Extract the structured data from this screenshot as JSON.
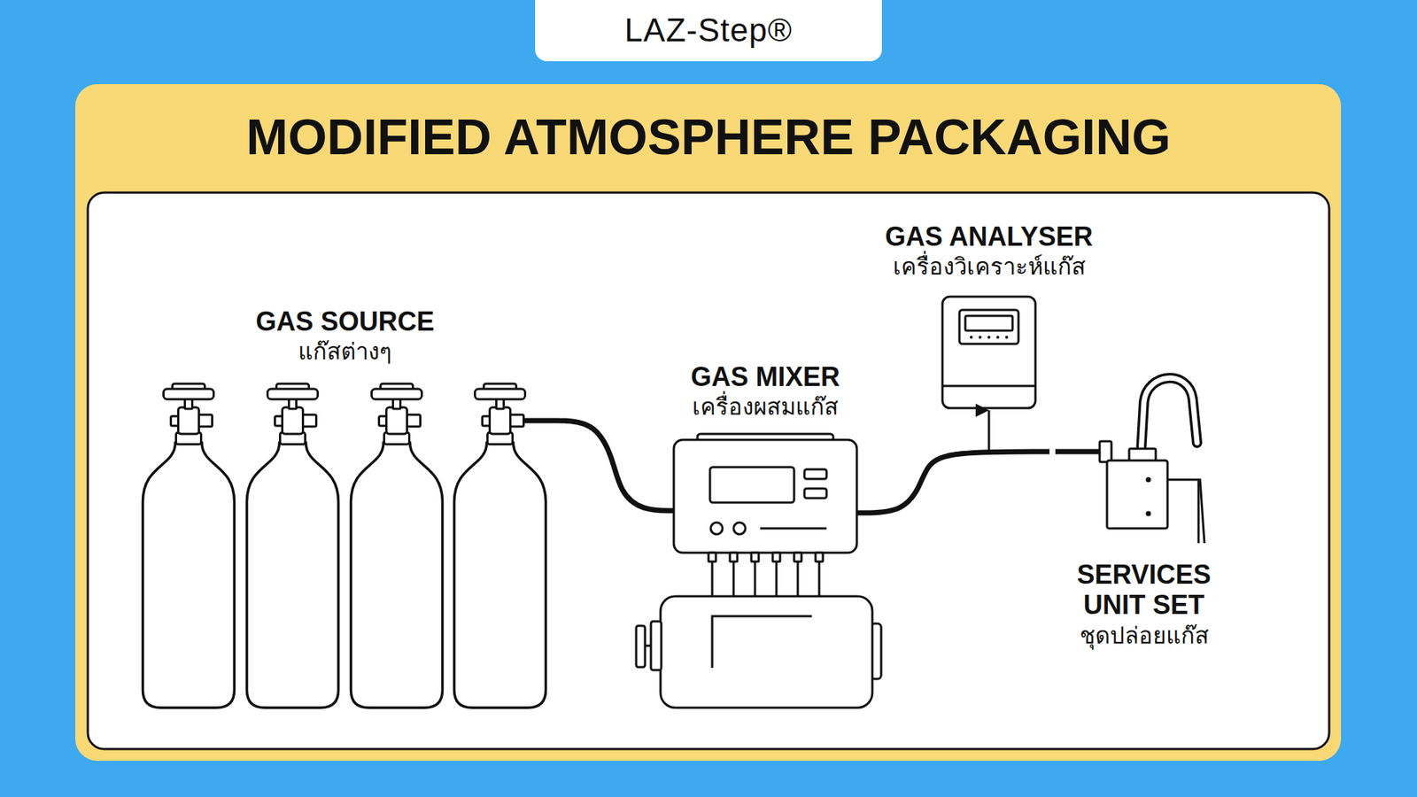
{
  "diagram": {
    "title": "MODIFIED ATMOSPHERE PACKAGING",
    "nodes": [
      {
        "text": [
          "GAS SOURCE",
          "แก๊สต่างๆ"
        ]
      },
      {
        "text": [
          "GAS MIXER",
          "เครื่องผสมแก๊ส"
        ]
      },
      {
        "text": [
          "GAS ANALYSER",
          "เครื่องวิเคราะห์แก๊ส"
        ]
      },
      {
        "text": [
          "SERVICES UNIT SET",
          "ชุดปล่อยแก๊ส"
        ]
      }
    ],
    "edges": [
      {
        "from": 0,
        "to": 1,
        "arrow": "none"
      },
      {
        "from": 1,
        "to": 2,
        "arrow": "to"
      },
      {
        "from": 1,
        "to": 3,
        "arrow": "none"
      }
    ],
    "labels": [
      "LAZ-Step®"
    ]
  }
}
